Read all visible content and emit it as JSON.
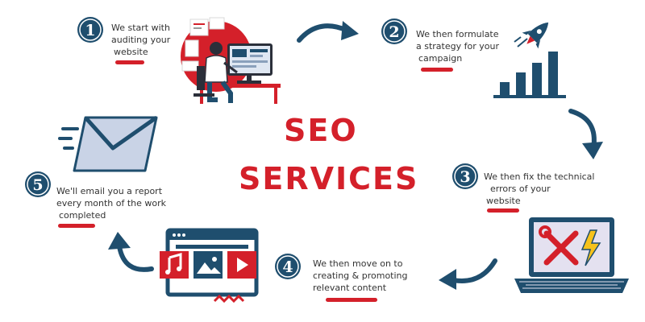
{
  "title": {
    "line1": "SEO",
    "line2": "SERVICES"
  },
  "colors": {
    "navy": "#1f4e6e",
    "red": "#d4202a",
    "text": "#333333",
    "envelope": "#c9d3e6"
  },
  "steps": [
    {
      "number": "1",
      "lines": [
        "We start with",
        "auditing your",
        "website"
      ]
    },
    {
      "number": "2",
      "lines": [
        "We then formulate",
        "a strategy for your",
        "campaign"
      ]
    },
    {
      "number": "3",
      "lines": [
        "We then fix the technical",
        "errors of your",
        "website"
      ]
    },
    {
      "number": "4",
      "lines": [
        "We then move on to",
        "creating & promoting",
        "relevant content"
      ]
    },
    {
      "number": "5",
      "lines": [
        "We'll email you a report",
        "every month of the work",
        "completed"
      ]
    }
  ],
  "icons": [
    "person-at-computer-illustration",
    "rocket-bar-chart-icon",
    "laptop-tools-icon",
    "media-window-icon",
    "envelope-icon"
  ]
}
